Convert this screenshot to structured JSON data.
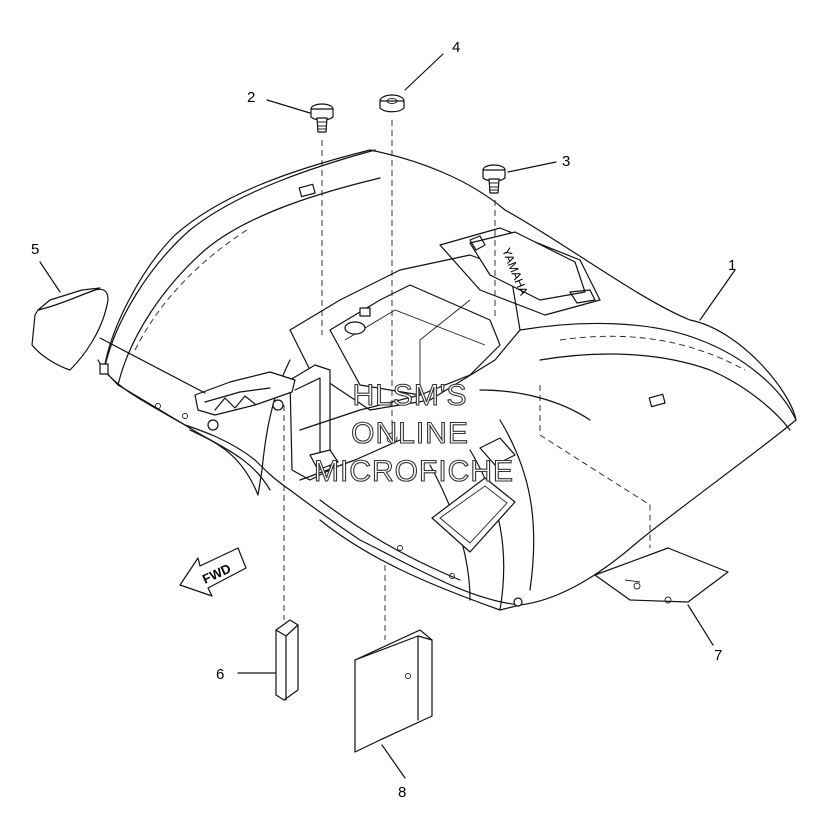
{
  "callouts": [
    {
      "id": "1",
      "label": "1"
    },
    {
      "id": "2",
      "label": "2"
    },
    {
      "id": "3",
      "label": "3"
    },
    {
      "id": "4",
      "label": "4"
    },
    {
      "id": "5",
      "label": "5"
    },
    {
      "id": "6",
      "label": "6"
    },
    {
      "id": "7",
      "label": "7"
    },
    {
      "id": "8",
      "label": "8"
    }
  ],
  "fwd_label": "FWD",
  "fender_logo": "YAMAHA",
  "watermark": [
    "HLSM'S",
    "ONLINE",
    "MICROFICHE"
  ]
}
